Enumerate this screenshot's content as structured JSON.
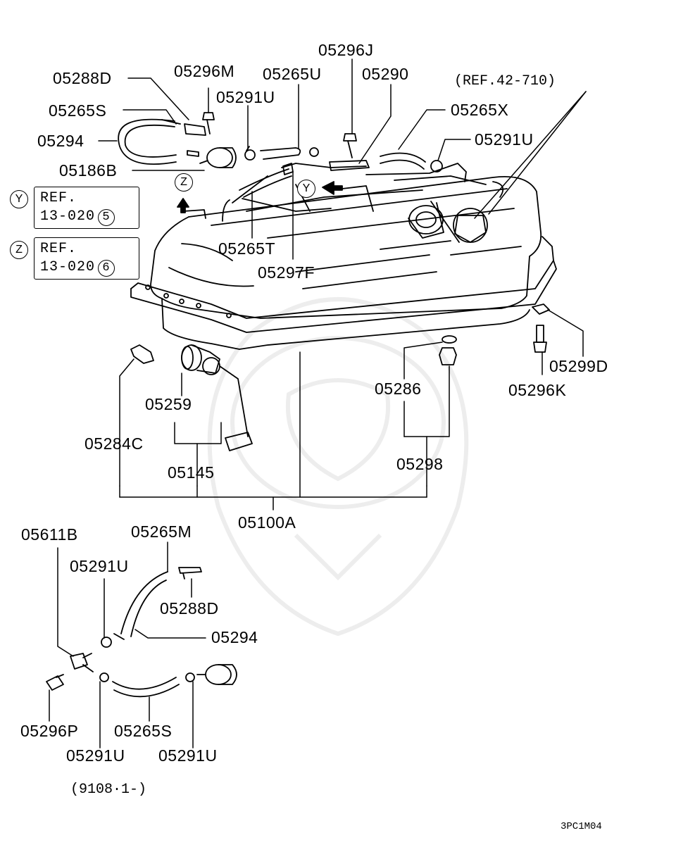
{
  "labels": {
    "p05288D_top": "05288D",
    "p05296M": "05296M",
    "p05265U": "05265U",
    "p05296J": "05296J",
    "p05290": "05290",
    "p05265S_top": "05265S",
    "p05291U_top": "05291U",
    "p05294_top": "05294",
    "p05186B": "05186B",
    "p05265X": "05265X",
    "p05291U_right": "05291U",
    "p05265T": "05265T",
    "p05297F": "05297F",
    "p05299D": "05299D",
    "p05296K": "05296K",
    "p05286": "05286",
    "p05259": "05259",
    "p05284C": "05284C",
    "p05145": "05145",
    "p05298": "05298",
    "p05100A": "05100A",
    "p05611B": "05611B",
    "p05265M": "05265M",
    "p05291U_mid": "05291U",
    "p05288D_bottom": "05288D",
    "p05294_bottom": "05294",
    "p05296P": "05296P",
    "p05265S_bottom": "05265S",
    "p05291U_bl": "05291U",
    "p05291U_br": "05291U"
  },
  "ref_note": "(REF.42-710)",
  "view_markers": {
    "y_letter": "Y",
    "z_letter": "Z"
  },
  "ref_boxes": {
    "y": {
      "marker": "Y",
      "line1": "REF.",
      "line2": "13-020",
      "index": "5"
    },
    "z": {
      "marker": "Z",
      "line1": "REF.",
      "line2": "13-020",
      "index": "6"
    }
  },
  "date_note": "(9108·1-)",
  "drawing_code": "3PC1M04"
}
